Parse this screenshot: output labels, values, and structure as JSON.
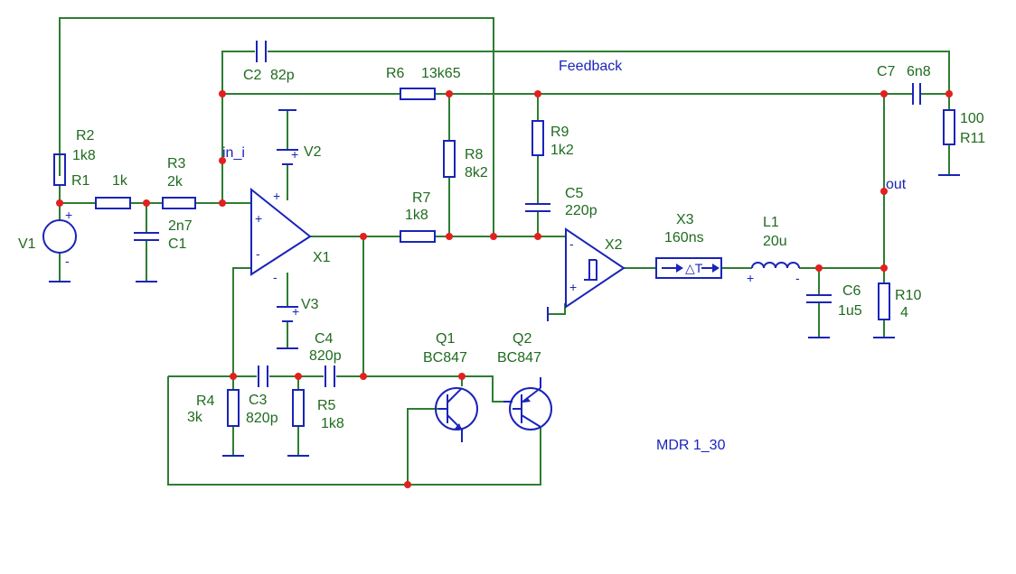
{
  "nets": {
    "feedback": "Feedback",
    "in_i": "in_i",
    "out": "out"
  },
  "footer": {
    "mdr": "MDR 1_30"
  },
  "components": {
    "V1": {
      "name": "V1"
    },
    "V2": {
      "name": "V2"
    },
    "V3": {
      "name": "V3"
    },
    "R1": {
      "name": "R1",
      "value": "1k"
    },
    "R2": {
      "name": "R2",
      "value": "1k8"
    },
    "R3": {
      "name": "R3",
      "value": "2k"
    },
    "R4": {
      "name": "R4",
      "value": "3k"
    },
    "R5": {
      "name": "R5",
      "value": "1k8"
    },
    "R6": {
      "name": "R6",
      "value": "13k65"
    },
    "R7": {
      "name": "R7",
      "value": "1k8"
    },
    "R8": {
      "name": "R8",
      "value": "8k2"
    },
    "R9": {
      "name": "R9",
      "value": "1k2"
    },
    "R10": {
      "name": "R10",
      "value": "4"
    },
    "R11": {
      "name": "R11",
      "value": "100"
    },
    "C1": {
      "name": "C1",
      "value": "2n7"
    },
    "C2": {
      "name": "C2",
      "value": "82p"
    },
    "C3": {
      "name": "C3",
      "value": "820p"
    },
    "C4": {
      "name": "C4",
      "value": "820p"
    },
    "C5": {
      "name": "C5",
      "value": "220p"
    },
    "C6": {
      "name": "C6",
      "value": "1u5"
    },
    "C7": {
      "name": "C7",
      "value": "6n8"
    },
    "L1": {
      "name": "L1",
      "value": "20u"
    },
    "X1": {
      "name": "X1"
    },
    "X2": {
      "name": "X2"
    },
    "X3": {
      "name": "X3",
      "value": "160ns"
    },
    "Q1": {
      "name": "Q1",
      "value": "BC847"
    },
    "Q2": {
      "name": "Q2",
      "value": "BC847"
    }
  },
  "colors": {
    "wire": "#2e7d32",
    "component": "#1a24b8",
    "junction": "#e41f1f",
    "label": "#1f6b1f",
    "net_label": "#1a24b8"
  }
}
